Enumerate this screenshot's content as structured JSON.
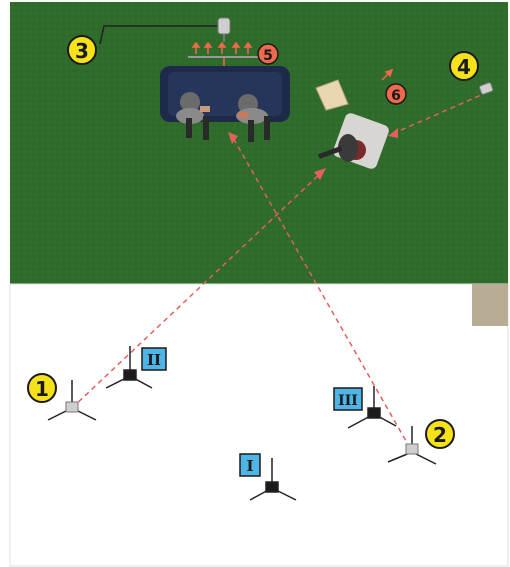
{
  "colors": {
    "stage_floor": "#2f6b2a",
    "studio_floor": "#ffffff",
    "beam": "#e2615a",
    "yellow_marker": "#f5e21a",
    "orange_marker": "#ee6a4c",
    "camera_label_bg": "#4fb4e6",
    "couch": "#1e2a4a",
    "chair": "#d8d6d2",
    "wall_block": "#b8ac95"
  },
  "markers": {
    "m1": "1",
    "m2": "2",
    "m3": "3",
    "m4": "4",
    "m5": "5",
    "m6": "6"
  },
  "cameras": {
    "c1": "I",
    "c2": "II",
    "c3": "III"
  },
  "icons": {
    "light_stand": "tripod-light-icon",
    "camera": "tripod-camera-icon",
    "arrow": "arrow-icon"
  }
}
